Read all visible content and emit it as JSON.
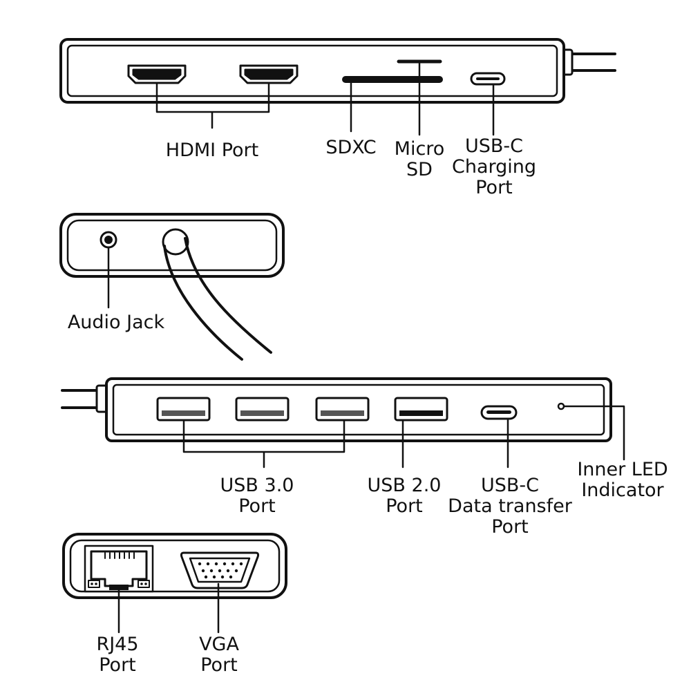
{
  "colors": {
    "ink": "#111111",
    "body": "#ffffff",
    "slot_fill": "#555555"
  },
  "labels": {
    "hdmi": [
      "HDMI Port"
    ],
    "sdxc": [
      "SDXC"
    ],
    "microsd": [
      "Micro",
      "SD"
    ],
    "usbc_charging": [
      "USB-C",
      "Charging",
      "Port"
    ],
    "audio": [
      "Audio Jack"
    ],
    "usb30": [
      "USB 3.0",
      "Port"
    ],
    "usb20": [
      "USB 2.0",
      "Port"
    ],
    "usbc_data": [
      "USB-C",
      "Data transfer",
      "Port"
    ],
    "led": [
      "Inner LED",
      "Indicator"
    ],
    "rj45": [
      "RJ45",
      "Port"
    ],
    "vga": [
      "VGA",
      "Port"
    ]
  }
}
